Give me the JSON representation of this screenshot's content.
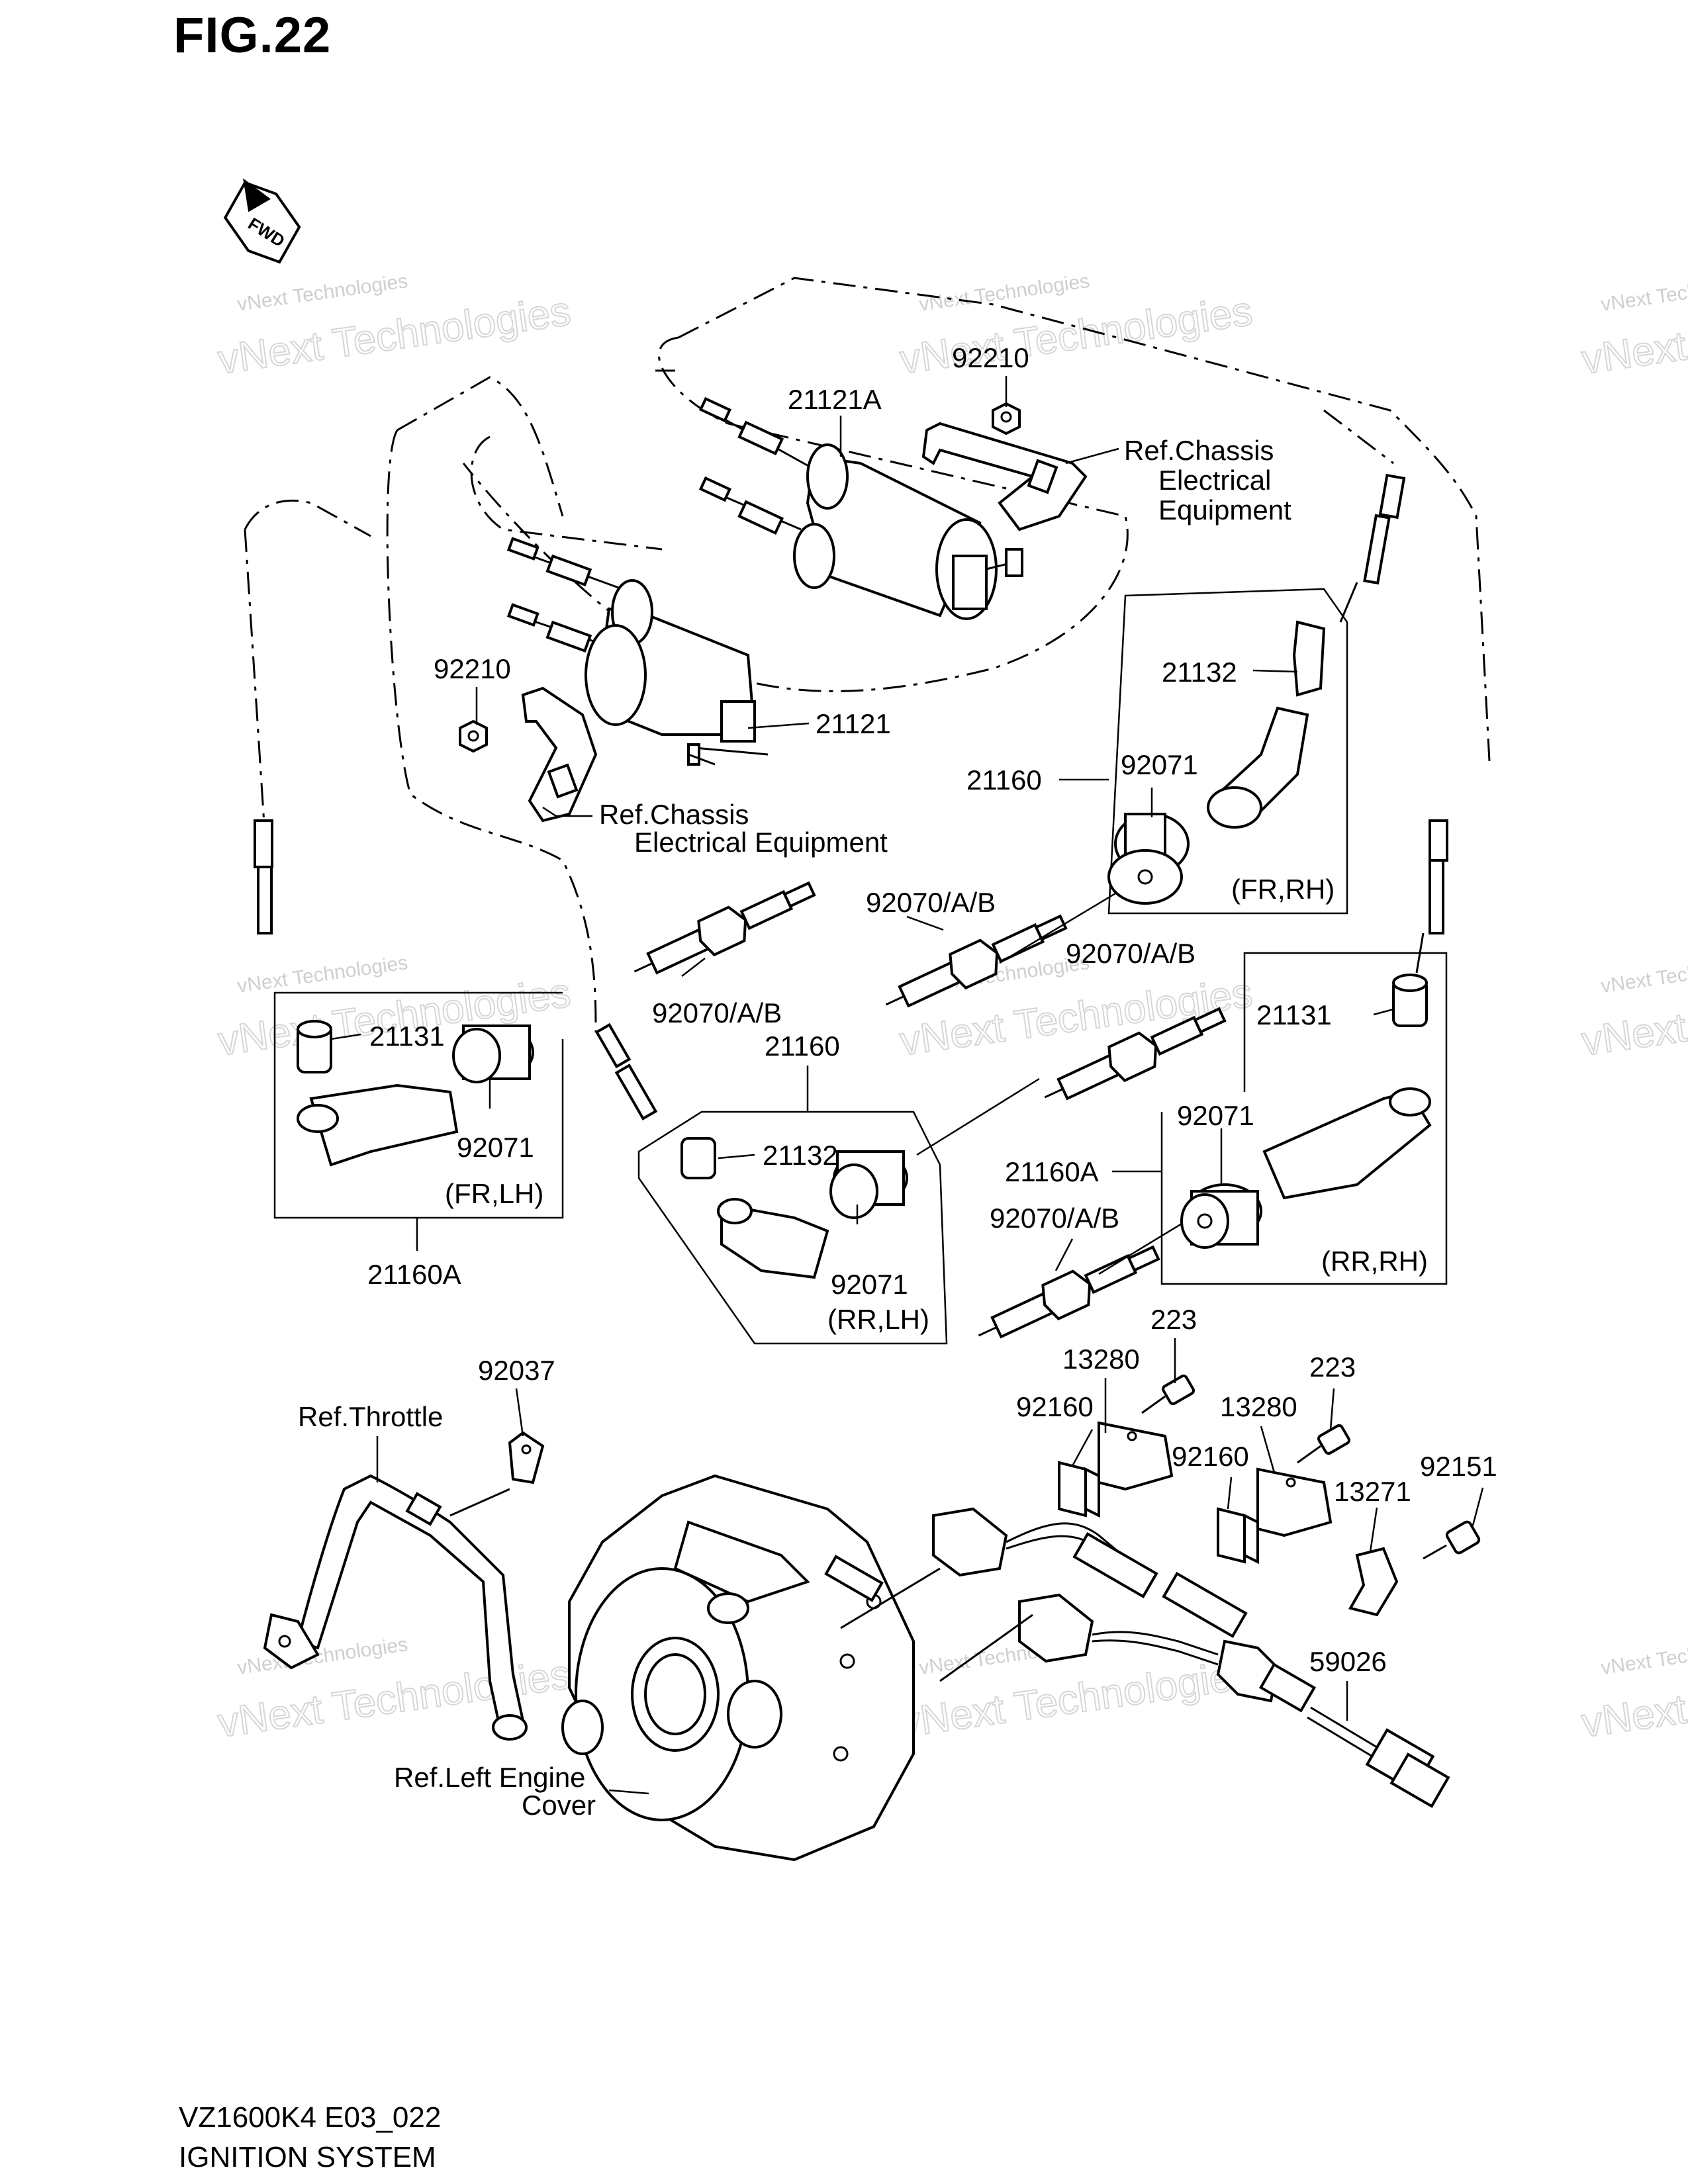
{
  "figure": {
    "title": "FIG.22",
    "direction_badge": "FWD",
    "model_code": "VZ1600K4 E03_022",
    "system_name": "IGNITION SYSTEM"
  },
  "watermark": {
    "line1": "vNext Technologies",
    "line2": "vNext Technologies"
  },
  "callouts": {
    "p92210_top": "92210",
    "p21121A": "21121A",
    "ref_chassis_top_1": "Ref.Chassis",
    "ref_chassis_top_2": "Electrical",
    "ref_chassis_top_3": "Equipment",
    "p92210_left": "92210",
    "p21121": "21121",
    "ref_chassis_left_1": "Ref.Chassis",
    "ref_chassis_left_2": "Electrical Equipment",
    "p21132_fr_rh": "21132",
    "p21160_fr_rh": "21160",
    "p92071_fr_rh": "92071",
    "pos_fr_rh": "(FR,RH)",
    "p92070_a": "92070/A/B",
    "p92070_b": "92070/A/B",
    "p92070_c": "92070/A/B",
    "p92070_d": "92070/A/B",
    "p21160_rr_lh": "21160",
    "p21131_fr_lh": "21131",
    "p92071_fr_lh": "92071",
    "pos_fr_lh": "(FR,LH)",
    "p21160A_fr_lh": "21160A",
    "p21132_rr_lh": "21132",
    "p92071_rr_lh": "92071",
    "pos_rr_lh": "(RR,LH)",
    "p21131_rr_rh": "21131",
    "p92071_rr_rh": "92071",
    "p21160A_rr_rh": "21160A",
    "pos_rr_rh": "(RR,RH)",
    "p223_a": "223",
    "p13280_a": "13280",
    "p92160_a": "92160",
    "p223_b": "223",
    "p13280_b": "13280",
    "p92160_b": "92160",
    "p13271": "13271",
    "p92151": "92151",
    "p59026": "59026",
    "p92037": "92037",
    "ref_throttle": "Ref.Throttle",
    "ref_engine_1": "Ref.Left Engine",
    "ref_engine_2": "Cover"
  }
}
